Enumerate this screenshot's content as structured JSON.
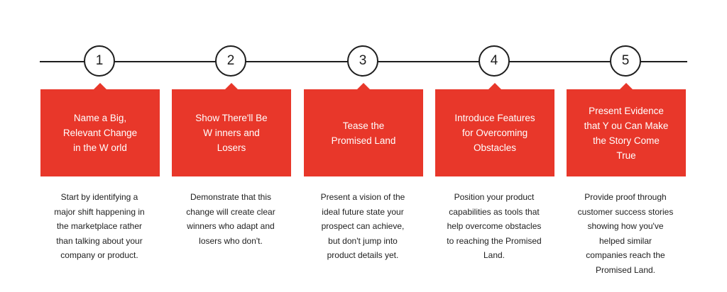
{
  "steps": [
    {
      "number": "1",
      "title": "Name a Big,\nRelevant Change\nin the W  orld",
      "description": "Start by identifying a\nmajor shift happening in\nthe marketplace rather\nthan talking about your\ncompany or product."
    },
    {
      "number": "2",
      "title": "Show There'll Be\nW inners and\nLosers",
      "description": "Demonstrate that this\nchange will create clear\nwinners who adapt and\nlosers who don't."
    },
    {
      "number": "3",
      "title": "Tease the\nPromised Land",
      "description": "Present a vision of the\nideal future state your\nprospect can achieve,\nbut don't jump into\nproduct details yet."
    },
    {
      "number": "4",
      "title": "Introduce Features\nfor Overcoming\nObstacles",
      "description": "Position your product\ncapabilities as tools that\nhelp overcome obstacles\nto reaching the Promised\nLand."
    },
    {
      "number": "5",
      "title": "Present Evidence\nthat Y ou Can Make\nthe Story Come\nTrue",
      "description": "Provide proof through\ncustomer success stories\nshowing how you've\nhelped similar\ncompanies reach the\nPromised Land."
    }
  ],
  "colors": {
    "accent": "#e8372a",
    "line": "#1e1e1e",
    "background": "#ffffff"
  }
}
